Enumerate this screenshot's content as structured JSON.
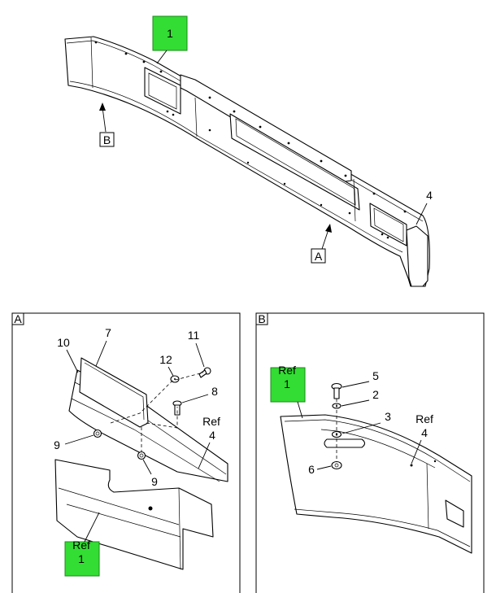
{
  "main_view": {
    "callout_main": "1",
    "callout_4": "4",
    "view_ref_a": "A",
    "view_ref_b": "B"
  },
  "detail_a": {
    "tag": "A",
    "callouts": {
      "c10": "10",
      "c7": "7",
      "c11": "11",
      "c12": "12",
      "c8": "8",
      "c9_left": "9",
      "c9_bottom": "9",
      "ref4_top": "Ref",
      "ref4_bottom": "4",
      "ref1_top": "Ref",
      "ref1_bottom": "1"
    }
  },
  "detail_b": {
    "tag": "B",
    "callouts": {
      "c5": "5",
      "c2": "2",
      "c3": "3",
      "c6": "6",
      "ref4_top": "Ref",
      "ref4_bottom": "4",
      "ref1_top": "Ref",
      "ref1_bottom": "1"
    }
  },
  "colors": {
    "highlight": "#33dd33",
    "line": "#000000"
  }
}
